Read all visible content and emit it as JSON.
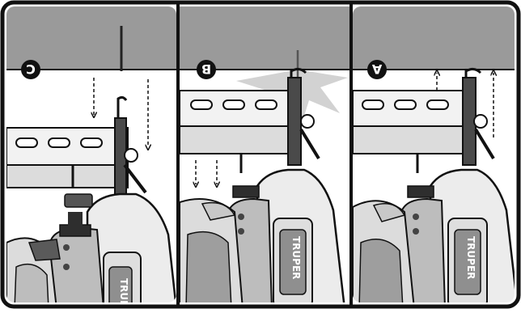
{
  "panels": [
    {
      "badge": "C",
      "brand": "TRUPER"
    },
    {
      "badge": "B",
      "brand": "TRUPER"
    },
    {
      "badge": "A",
      "brand": "TRUPER"
    }
  ],
  "colors": {
    "wall_gray": "#9a9a9a",
    "body_light": "#ececec",
    "body_mid": "#bdbdbd",
    "body_dark": "#3a3a3a",
    "brand_plate": "#8f8f8f",
    "outline": "#111111"
  }
}
